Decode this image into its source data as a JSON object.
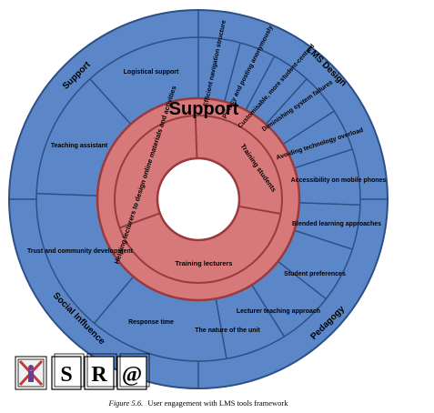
{
  "diagram": {
    "center_title": "Support",
    "sections": [
      {
        "key": "support",
        "label": "Support"
      },
      {
        "key": "lms_design",
        "label": "LMS Design"
      },
      {
        "key": "pedagogy",
        "label": "Pedagogy"
      },
      {
        "key": "social_influence",
        "label": "Social Influence"
      }
    ],
    "outer_items": [
      {
        "key": "logistical_support",
        "label": "Logistical support"
      },
      {
        "key": "efficient_navigation",
        "label": "Efficient navigation structure"
      },
      {
        "key": "privacy_posting",
        "label": "Privacy and posting anonymously"
      },
      {
        "key": "customisable",
        "label": "Customisable, more student-centred"
      },
      {
        "key": "diminishing_failures",
        "label": "Diminishing system failures"
      },
      {
        "key": "avoiding_overload",
        "label": "Avoiding technology overload"
      },
      {
        "key": "mobile_access",
        "label": "Accessibility on mobile phones"
      },
      {
        "key": "blended_learning",
        "label": "Blended learning approaches"
      },
      {
        "key": "student_preferences",
        "label": "Student preferences"
      },
      {
        "key": "lecturer_teaching",
        "label": "Lecturer teaching approach"
      },
      {
        "key": "nature_of_unit",
        "label": "The nature of the unit"
      },
      {
        "key": "response_time",
        "label": "Response time"
      },
      {
        "key": "trust_community",
        "label": "Trust and community development"
      },
      {
        "key": "teaching_assistant",
        "label": "Teaching assistant"
      }
    ],
    "inner_items": [
      {
        "key": "helping_lecturers",
        "label": "Helping lecturers to design online materials and activities"
      },
      {
        "key": "training_students",
        "label": "Training students"
      },
      {
        "key": "training_lecturers",
        "label": "Training lecturers"
      }
    ],
    "colors": {
      "outer_ring": "#5b86c8",
      "outer_stroke": "#2c4f86",
      "inner_ring": "#d7797a",
      "inner_stroke": "#9b3a3c",
      "center": "#ffffff"
    }
  },
  "logo": {
    "letters": [
      "S",
      "R",
      "@"
    ],
    "caption_label": "Figure 5.6.",
    "caption_text": "User engagement with LMS tools framework"
  }
}
